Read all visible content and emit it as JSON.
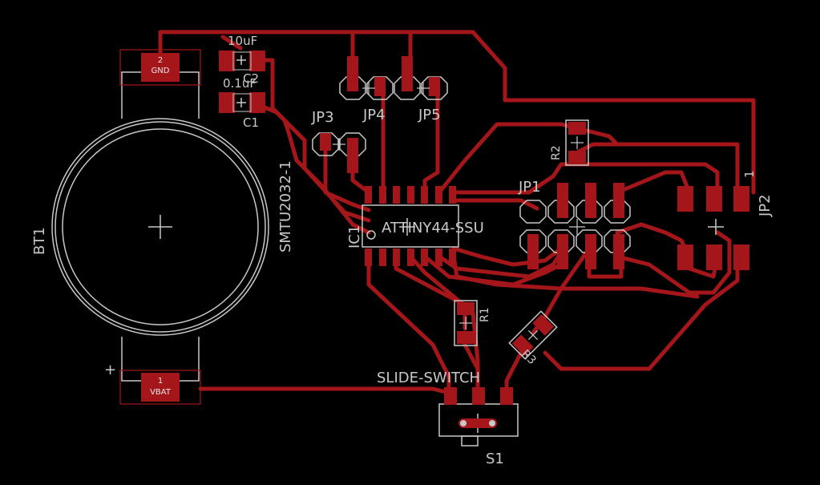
{
  "colors": {
    "background": "#000000",
    "copper": "#a4161a",
    "silkscreen": "#c8c8c8"
  },
  "labels": {
    "bt1": "BT1",
    "smtu": "SMTU2032-1",
    "gnd_num": "2",
    "gnd_name": "GND",
    "vbat_num": "1",
    "vbat_name": "VBAT",
    "plus": "+",
    "c2_value": "10uF",
    "c2_name": "C2",
    "c1_value": "0.1uF",
    "c1_name": "C1",
    "jp3": "JP3",
    "jp4": "JP4",
    "jp5": "JP5",
    "jp1": "JP1",
    "jp2": "JP2",
    "jp2_pin": "1",
    "r1": "R1",
    "r2": "R2",
    "r3": "R3",
    "ic1": "IC1",
    "ic1_part": "ATTINY44-SSU",
    "switch_part": "SLIDE-SWITCH",
    "s1": "S1"
  }
}
